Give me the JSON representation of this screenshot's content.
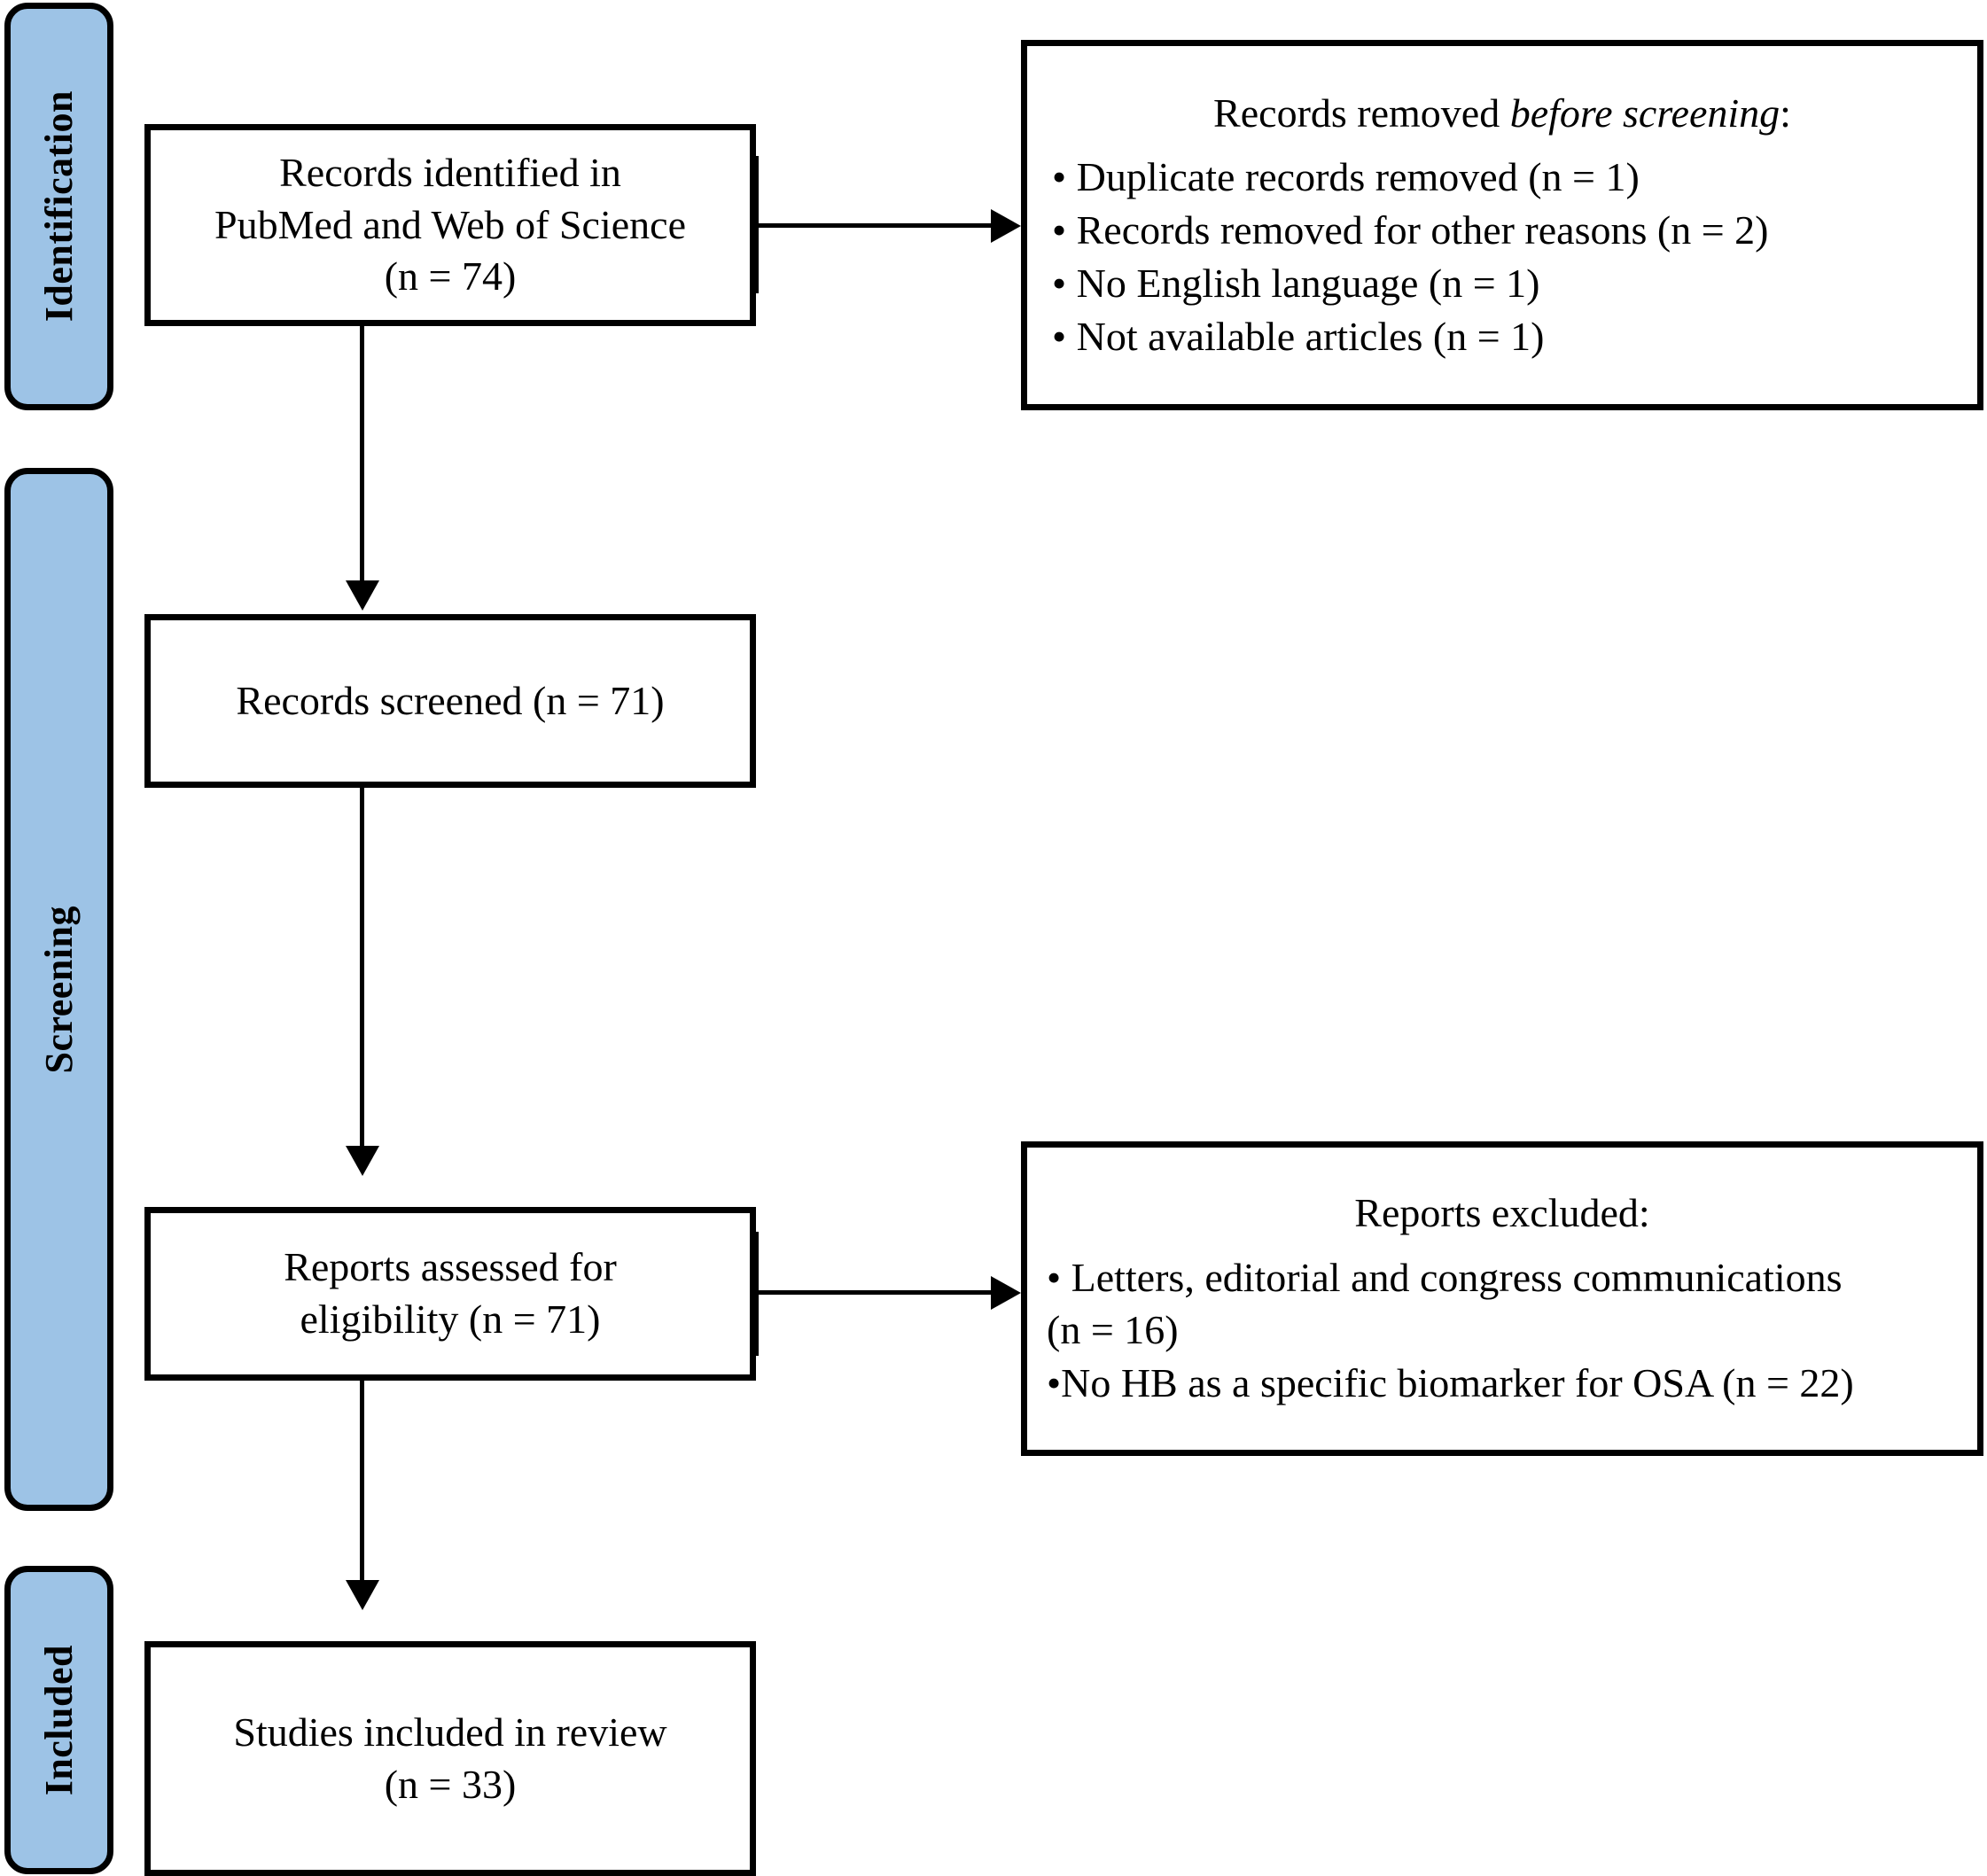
{
  "diagram": {
    "title": "PRISMA flow diagram",
    "type": "prisma-flow",
    "accent_color": "#9DC3E6",
    "line_color": "#000000",
    "background_color": "#FFFFFF"
  },
  "stages": [
    {
      "id": "identification",
      "label": "Identification"
    },
    {
      "id": "screening",
      "label": "Screening"
    },
    {
      "id": "included",
      "label": "Included"
    }
  ],
  "boxes": {
    "identified": {
      "line1": "Records identified in",
      "line2": "PubMed and Web of Science",
      "line3": "(n = 74)",
      "n": 74
    },
    "screened": {
      "line1": "Records screened (n = 71)",
      "n": 71
    },
    "assessed": {
      "line1": "Reports assessed for",
      "line2": "eligibility (n = 71)",
      "n": 71
    },
    "included_studies": {
      "line1": "Studies included in review",
      "line2": "(n = 33)",
      "n": 33
    }
  },
  "side_boxes": {
    "removed_before_screening": {
      "heading_normal": "Records removed ",
      "heading_italic": "before screening",
      "heading_tail": ":",
      "items": [
        "• Duplicate records removed  (n = 1)",
        "• Records removed for other reasons (n = 2)",
        "• No English language (n = 1)",
        "• Not available articles (n = 1)"
      ],
      "counts": [
        1,
        2,
        1,
        1
      ]
    },
    "reports_excluded": {
      "heading": "Reports excluded:",
      "items": [
        "• Letters, editorial and congress communications",
        "(n = 16)",
        "•No HB as a specific biomarker for OSA (n = 22)"
      ],
      "counts": [
        16,
        22
      ]
    }
  }
}
